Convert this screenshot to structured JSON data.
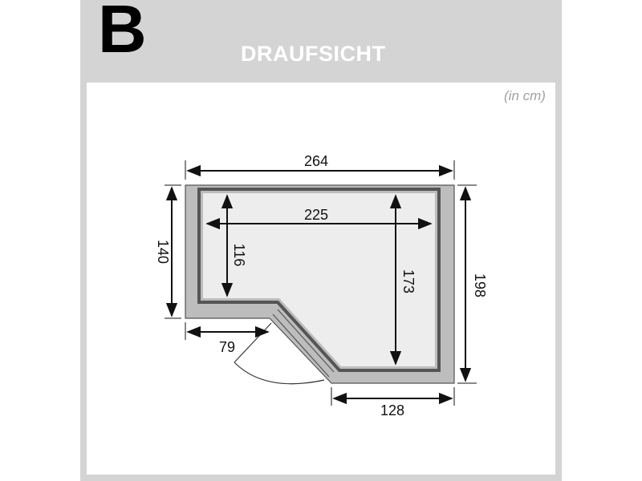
{
  "header": {
    "letter": "B",
    "title": "DRAUFSICHT"
  },
  "unit_label": "(in cm)",
  "dimensions": {
    "total_width": "264",
    "inner_width": "225",
    "left_outer_depth": "140",
    "left_inner_depth": "116",
    "inner_right_depth": "173",
    "total_depth": "198",
    "door_offset": "79",
    "bottom_width": "128"
  },
  "colors": {
    "frame": "#d4d4d4",
    "wall": "#bdbdbd",
    "wall_outline": "#555555",
    "floor": "#ededed",
    "text": "#111111"
  }
}
